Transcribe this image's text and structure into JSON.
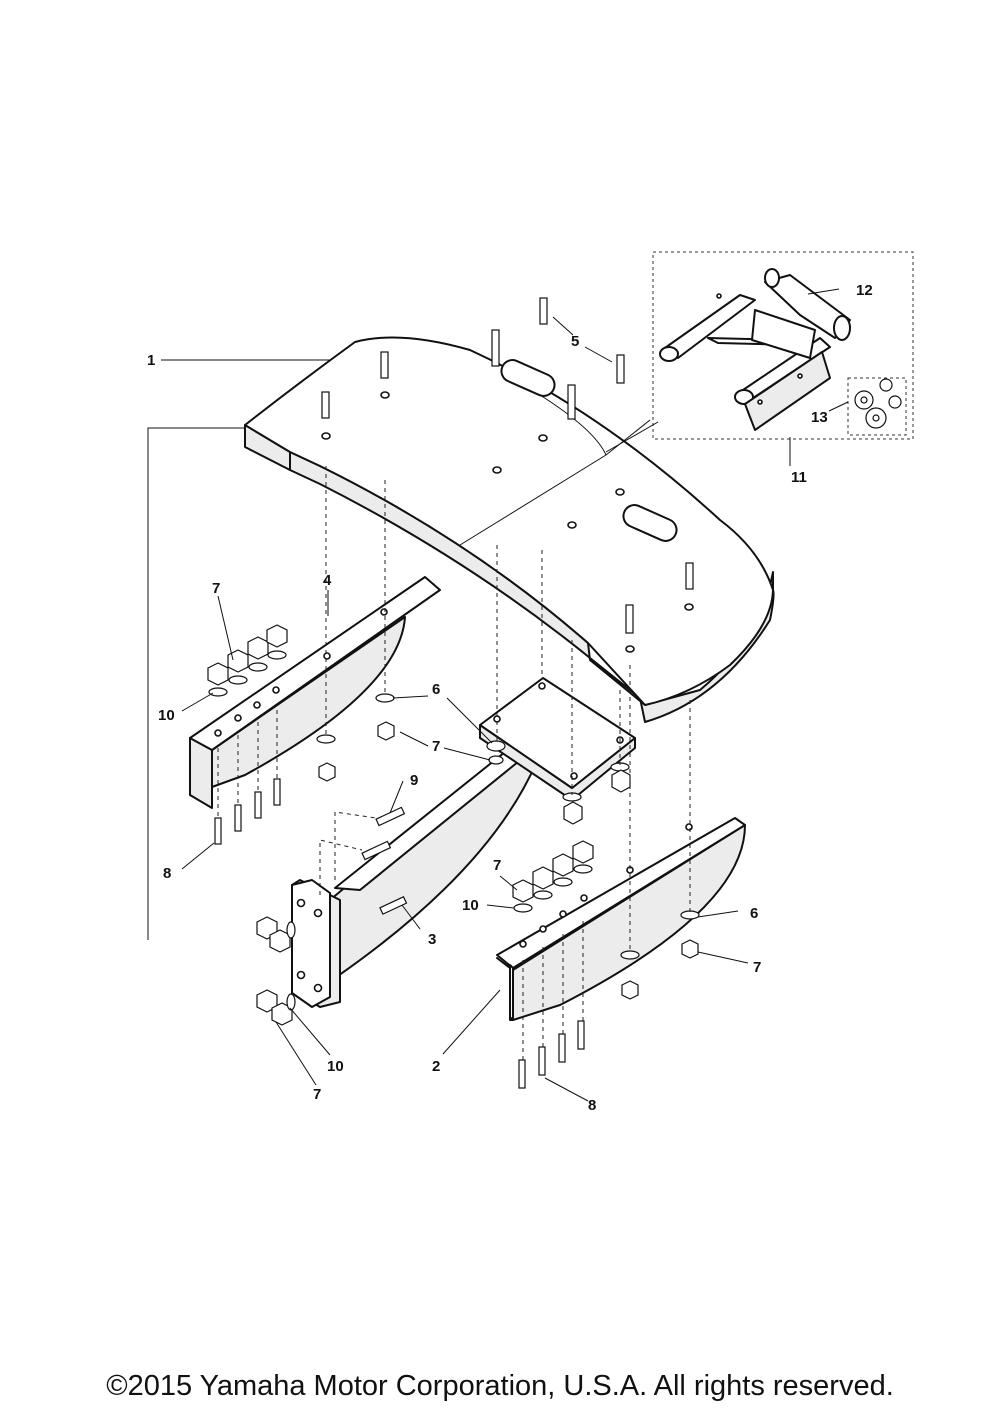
{
  "diagram": {
    "callouts": [
      {
        "id": "c1",
        "label": "1"
      },
      {
        "id": "c2",
        "label": "2"
      },
      {
        "id": "c3",
        "label": "3"
      },
      {
        "id": "c4",
        "label": "4"
      },
      {
        "id": "c5",
        "label": "5"
      },
      {
        "id": "c6a",
        "label": "6"
      },
      {
        "id": "c6b",
        "label": "6"
      },
      {
        "id": "c7a",
        "label": "7"
      },
      {
        "id": "c7b",
        "label": "7"
      },
      {
        "id": "c7c",
        "label": "7"
      },
      {
        "id": "c7d",
        "label": "7"
      },
      {
        "id": "c7e",
        "label": "7"
      },
      {
        "id": "c8a",
        "label": "8"
      },
      {
        "id": "c8b",
        "label": "8"
      },
      {
        "id": "c9",
        "label": "9"
      },
      {
        "id": "c10a",
        "label": "10"
      },
      {
        "id": "c10b",
        "label": "10"
      },
      {
        "id": "c10c",
        "label": "10"
      },
      {
        "id": "c11",
        "label": "11"
      },
      {
        "id": "c12",
        "label": "12"
      },
      {
        "id": "c13",
        "label": "13"
      }
    ]
  },
  "footer": {
    "copyright": "©2015 Yamaha Motor Corporation, U.S.A. All rights reserved."
  }
}
